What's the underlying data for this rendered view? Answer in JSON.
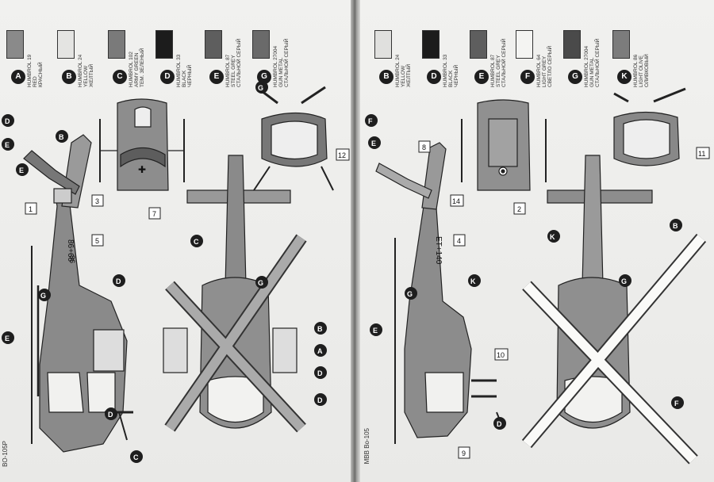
{
  "left_page": {
    "title": "BO-105P",
    "paints": [
      {
        "code": "A",
        "line1": "HUMBROL 19",
        "line2": "RED",
        "line3": "КРАСНЫЙ",
        "color": "#8a8a8a"
      },
      {
        "code": "B",
        "line1": "HUMBROL 24",
        "line2": "YELLOW",
        "line3": "ЖЕЛТЫЙ",
        "color": "#e4e4e2"
      },
      {
        "code": "C",
        "line1": "HUMBROL 102",
        "line2": "ARMY GREEN",
        "line3": "ТЕМ. ЗЕЛЕНЫЙ",
        "color": "#7a7a7a"
      },
      {
        "code": "D",
        "line1": "HUMBROL 33",
        "line2": "BLACK",
        "line3": "ЧЕРНЫЙ",
        "color": "#1c1c1c"
      },
      {
        "code": "E",
        "line1": "HUMBROL 87",
        "line2": "STEEL GREY",
        "line3": "СТАЛЬНОЙ СЕРЫЙ",
        "color": "#5e5e5e"
      },
      {
        "code": "G",
        "line1": "HUMBROL 27004",
        "line2": "GUN METAL",
        "line3": "СТАЛЬНОЙ СЕРЫЙ",
        "color": "#6a6a6a"
      }
    ],
    "callouts": [
      "1",
      "3",
      "5",
      "7",
      "12"
    ],
    "tail_serial": "86+66",
    "tail_serial_2": "86"
  },
  "right_page": {
    "title": "MBB Bo-105",
    "paints": [
      {
        "code": "B",
        "line1": "HUMBROL 24",
        "line2": "YELLOW",
        "line3": "ЖЕЛТЫЙ",
        "color": "#e0e0de"
      },
      {
        "code": "D",
        "line1": "HUMBROL 33",
        "line2": "BLACK",
        "line3": "ЧЕРНЫЙ",
        "color": "#1c1c1c"
      },
      {
        "code": "E",
        "line1": "HUMBROL 87",
        "line2": "STEEL GREY",
        "line3": "СТАЛЬНОЙ СЕРЫЙ",
        "color": "#5e5e5e"
      },
      {
        "code": "F",
        "line1": "HUMBROL 64",
        "line2": "LIGHT GREY",
        "line3": "СВЕТЛО СЕРЫЙ",
        "color": "#f4f4f2"
      },
      {
        "code": "G",
        "line1": "HUMBROL 27004",
        "line2": "GUN METAL",
        "line3": "СТАЛЬНОЙ СЕРЫЙ",
        "color": "#4a4a4a"
      },
      {
        "code": "K",
        "line1": "HUMBROL 86",
        "line2": "LIGHT OLIVE",
        "line3": "ОЛИВКОВЫЙ",
        "color": "#7c7c7c"
      }
    ],
    "callouts": [
      "2",
      "4",
      "8",
      "9",
      "10",
      "11",
      "14"
    ],
    "tail_serial": "ET+140"
  }
}
